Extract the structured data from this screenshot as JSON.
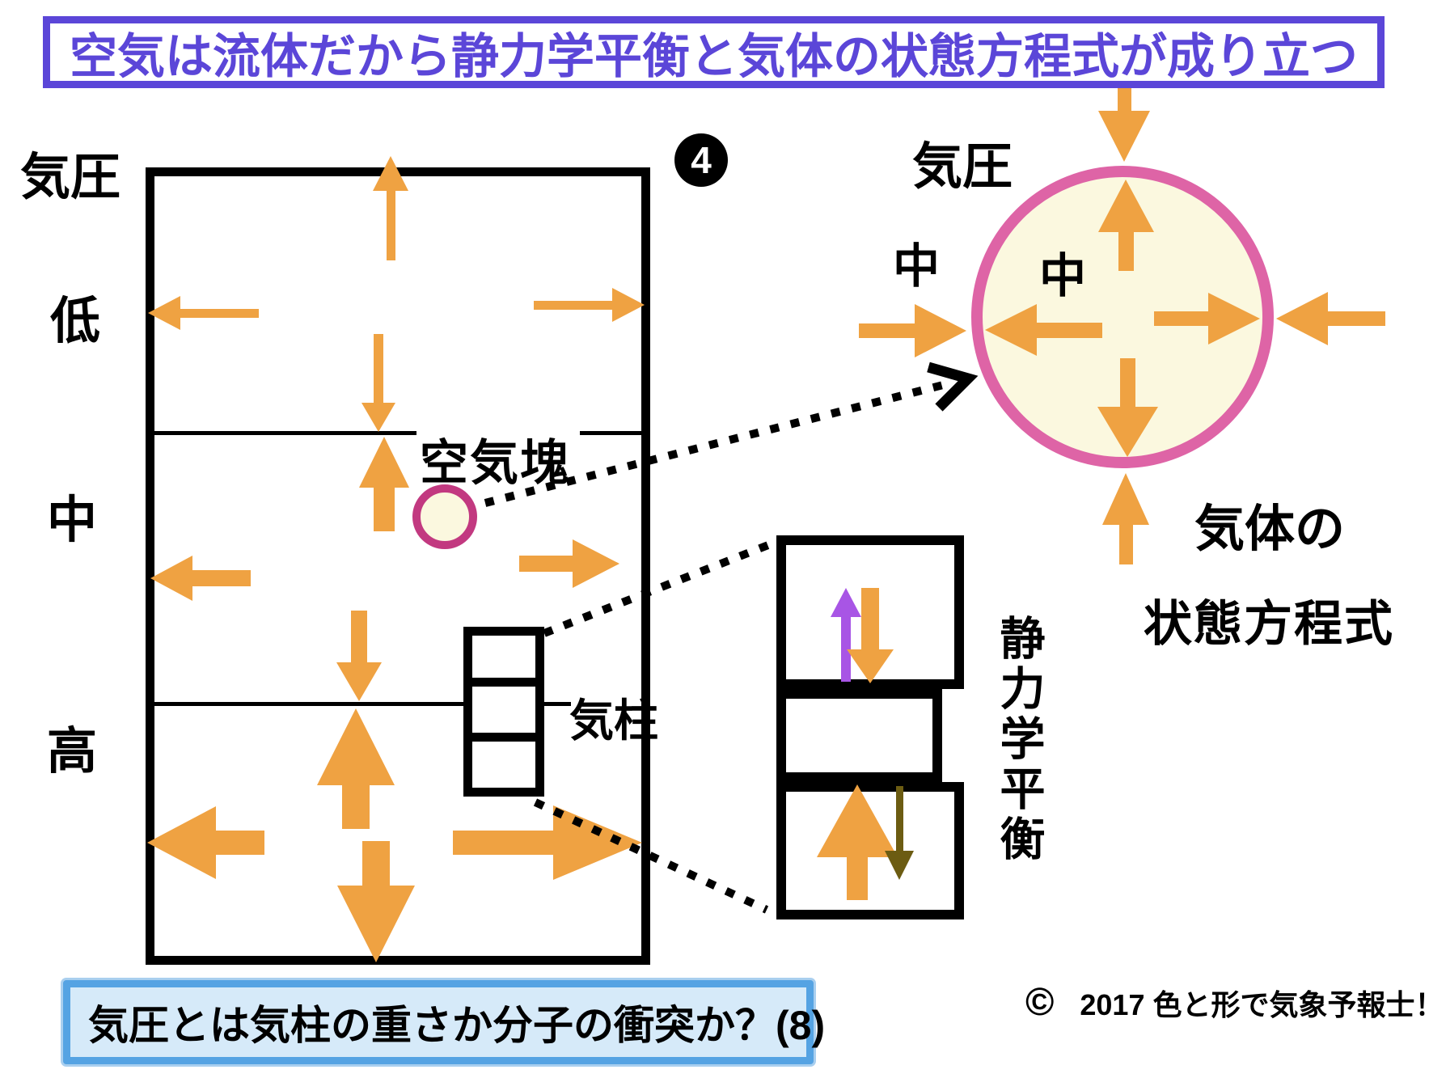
{
  "title": {
    "text": "空気は流体だから静力学平衡と気体の状態方程式が成り立つ"
  },
  "badge": {
    "number": "4"
  },
  "pressure_chart": {
    "axis_label": "気圧",
    "levels": [
      {
        "label": "低"
      },
      {
        "label": "中"
      },
      {
        "label": "高"
      }
    ],
    "air_parcel_label": "空気塊",
    "air_column_label": "気柱"
  },
  "balloon_diagram": {
    "pressure_label": "気圧",
    "outside_label": "中",
    "inside_label": "中",
    "equation_label_line1": "気体の",
    "equation_label_line2": "状態方程式"
  },
  "hydrostatic_diagram": {
    "label": "静力学平衡"
  },
  "caption": {
    "text": "気圧とは気柱の重さか分子の衝突か？(8)"
  },
  "copyright": {
    "symbol": "©",
    "text": "2017 色と形で気象予報士！"
  },
  "colors": {
    "accent_orange": "#EFA242",
    "title_purple": "#5B46D8",
    "parcel_ring_pink": "#C23980",
    "balloon_ring_pink": "#DE64A6",
    "cream_fill": "#FBF8DF",
    "buoyancy_purple": "#A855E5",
    "gravity_olive": "#6C5C12",
    "caption_bg": "#D6EAF9",
    "caption_border": "#55A3E3"
  }
}
